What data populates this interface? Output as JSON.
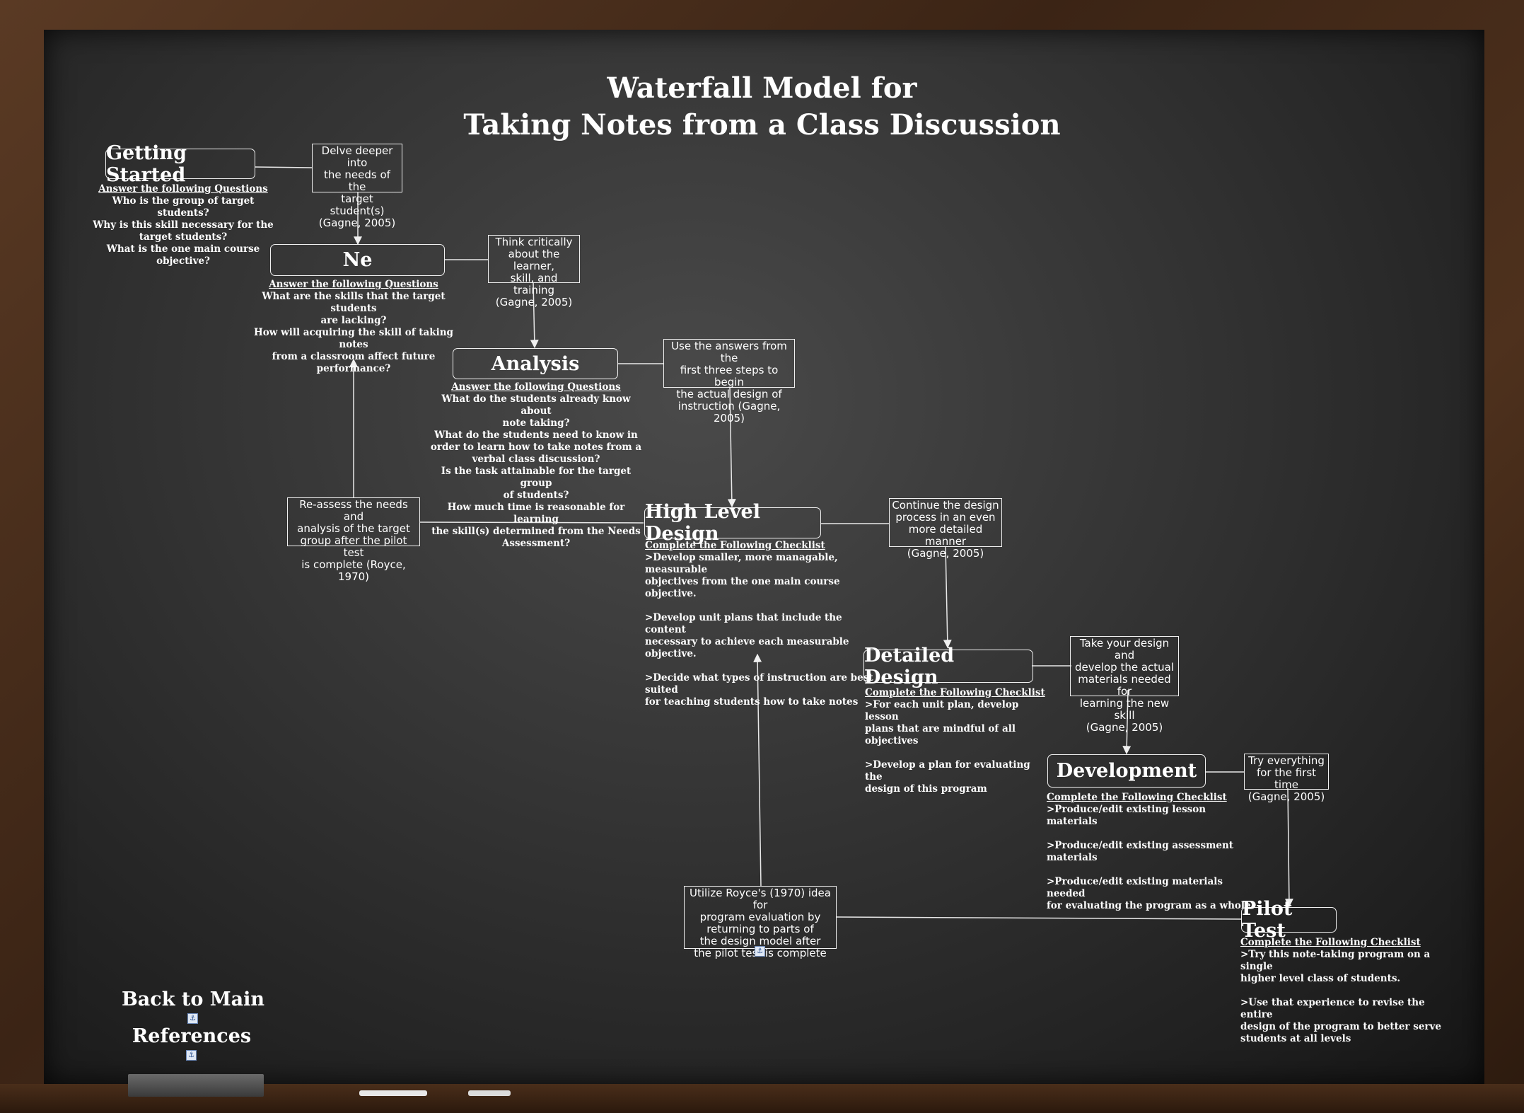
{
  "title": {
    "line1": "Waterfall Model for",
    "line2": "Taking Notes from a Class Discussion"
  },
  "steps": {
    "getting_started": "Getting Started",
    "ne": "Ne",
    "analysis": "Analysis",
    "high_level_design": "High Level Design",
    "detailed_design": "Detailed Design",
    "development": "Development",
    "pilot_test": "Pilot Test"
  },
  "notes": {
    "delve": [
      "Delve deeper into",
      "the needs of the",
      "target student(s)",
      "(Gagne, 2005)"
    ],
    "think": [
      "Think critically",
      "about the learner,",
      "skill, and training",
      "(Gagne, 2005)"
    ],
    "use_answers": [
      "Use the answers from the",
      "first three steps to begin",
      "the actual design of",
      "instruction (Gagne, 2005)"
    ],
    "reassess": [
      "Re-assess the needs and",
      "analysis of the target",
      "group after the pilot test",
      "is complete (Royce, 1970)"
    ],
    "continue": [
      "Continue the design",
      "process in an even",
      "more detailed manner",
      "(Gagne, 2005)"
    ],
    "take_design": [
      "Take your design and",
      "develop the actual",
      "materials needed for",
      "learning the new skill",
      "(Gagne, 2005)"
    ],
    "try_everything": [
      "Try everything",
      "for the first time",
      "(Gagne, 2005)"
    ],
    "utilize": [
      "Utilize Royce's (1970) idea for",
      "program evaluation by",
      "returning to parts of",
      "the design model after",
      "the pilot test is complete"
    ]
  },
  "questions": {
    "getting_started": {
      "heading": "Answer the following Questions",
      "lines": [
        "Who is the group of target students?",
        "Why is this skill necessary for the",
        "target students?",
        "What is the one main course objective?"
      ]
    },
    "ne": {
      "heading": "Answer the following Questions",
      "lines": [
        "What are the skills that the target students",
        "are lacking?",
        "How will acquiring the skill of taking notes",
        "from a classroom affect future performance?"
      ]
    },
    "analysis": {
      "heading": "Answer the following Questions",
      "lines": [
        "What do the students already know about",
        "note taking?",
        "What do the students need to know in",
        "order to learn how to take notes from a",
        "verbal class discussion?",
        "Is the task attainable for the target group",
        "of students?",
        "How much time is reasonable for learning",
        "the skill(s) determined from the Needs",
        "Assessment?"
      ]
    }
  },
  "checklists": {
    "high_level_design": {
      "heading": "Complete the Following Checklist",
      "lines": [
        ">Develop smaller, more managable, measurable",
        "objectives from the one main course objective.",
        "",
        ">Develop unit plans that include the content",
        "necessary to achieve each measurable objective.",
        "",
        ">Decide what types of instruction are best suited",
        "for teaching students how to take notes"
      ]
    },
    "detailed_design": {
      "heading": "Complete the Following Checklist",
      "lines": [
        ">For each unit plan, develop lesson",
        "plans that are mindful of all objectives",
        "",
        ">Develop a plan for evaluating the",
        "design of this program"
      ]
    },
    "development": {
      "heading": "Complete the Following Checklist",
      "lines": [
        ">Produce/edit existing lesson materials",
        "",
        ">Produce/edit existing assessment",
        "materials",
        "",
        ">Produce/edit existing materials needed",
        "for evaluating the program as a whole"
      ]
    },
    "pilot_test": {
      "heading": "Complete the Following Checklist",
      "lines": [
        ">Try this note-taking program on a single",
        "higher level class of students.",
        "",
        ">Use that experience to revise the entire",
        "design of the program to better serve",
        "students at all levels"
      ]
    }
  },
  "links": {
    "back": "Back to Main",
    "references": "References"
  },
  "icons": {
    "link_icon": "hyperlink-icon"
  },
  "colors": {
    "chalk": "#ffffff",
    "board": "#2e2e2e",
    "frame": "#4a2e1a"
  }
}
